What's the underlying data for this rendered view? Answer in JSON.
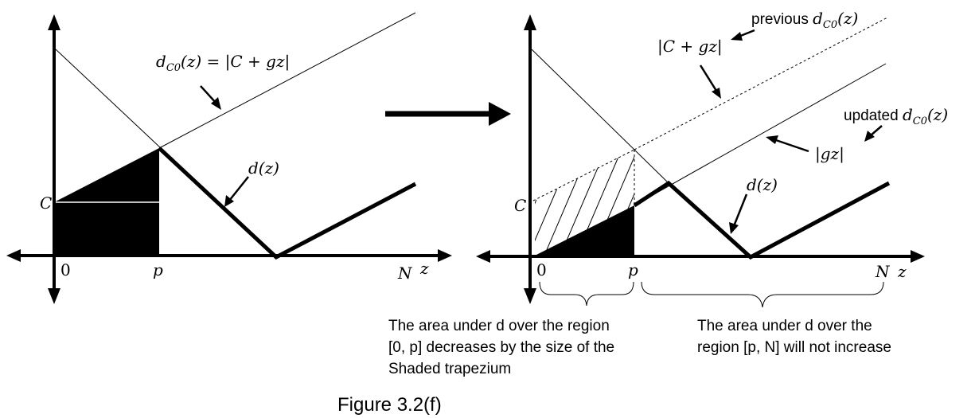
{
  "left_panel": {
    "curve_label": {
      "lhs_name": "d",
      "lhs_sub": "C0",
      "lhs_arg": "(z) = |C + gz|"
    },
    "d_label": "d(z)",
    "c_label": "C",
    "origin_label": "0",
    "p_label": "p",
    "n_label": "N",
    "z_label": "z"
  },
  "right_panel": {
    "previous_label": {
      "text": "previous ",
      "name": "d",
      "sub": "C0",
      "arg": "(z)"
    },
    "c_plus_gz_label": "|C + gz|",
    "updated_label": {
      "text": "updated ",
      "name": "d",
      "sub": "C0",
      "arg": "(z)"
    },
    "gz_label": "|gz|",
    "d_label": "d(z)",
    "c_label": "C",
    "origin_label": "0",
    "p_label": "p",
    "n_label": "N",
    "z_label": "z"
  },
  "annotations": {
    "left_lines": [
      "The area under d over the region",
      "[0, p] decreases by the size of the",
      "Shaded trapezium"
    ],
    "right_lines": [
      "The area under d over the",
      "region [p, N] will not increase"
    ]
  },
  "caption": "Figure 3.2(f)"
}
